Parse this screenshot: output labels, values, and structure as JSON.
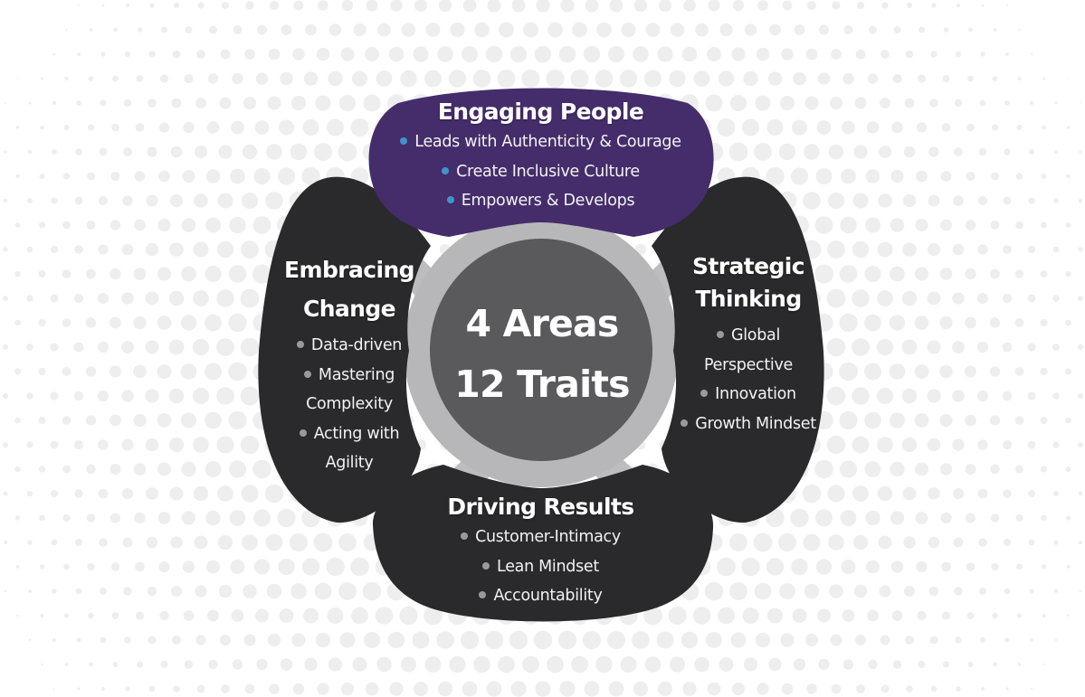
{
  "diagram": {
    "center": {
      "line1": "4 Areas",
      "line2": "12 Traits"
    },
    "areas": {
      "engaging": {
        "title": "Engaging People",
        "traits": [
          "Leads with Authenticity & Courage",
          "Create Inclusive Culture",
          "Empowers & Develops"
        ]
      },
      "embracing": {
        "title_line1": "Embracing",
        "title_line2": "Change",
        "traits": [
          "Data-driven",
          "Mastering Complexity",
          "Acting with Agility"
        ]
      },
      "strategic": {
        "title_line1": "Strategic",
        "title_line2": "Thinking",
        "traits": [
          "Global Perspective",
          "Innovation",
          "Growth Mindset"
        ]
      },
      "driving": {
        "title": "Driving Results",
        "traits": [
          "Customer-Intimacy",
          "Lean Mindset",
          "Accountability"
        ]
      }
    }
  },
  "colors": {
    "engaging_fill": "#452d6b",
    "petal_fill": "#2a2a2c",
    "ring": "#b7b7b9",
    "center_fill": "#5a5a5c",
    "bullet_blue": "#3e95c9",
    "bullet_gray": "#9a9a9a",
    "dots": "#eeeeef"
  }
}
